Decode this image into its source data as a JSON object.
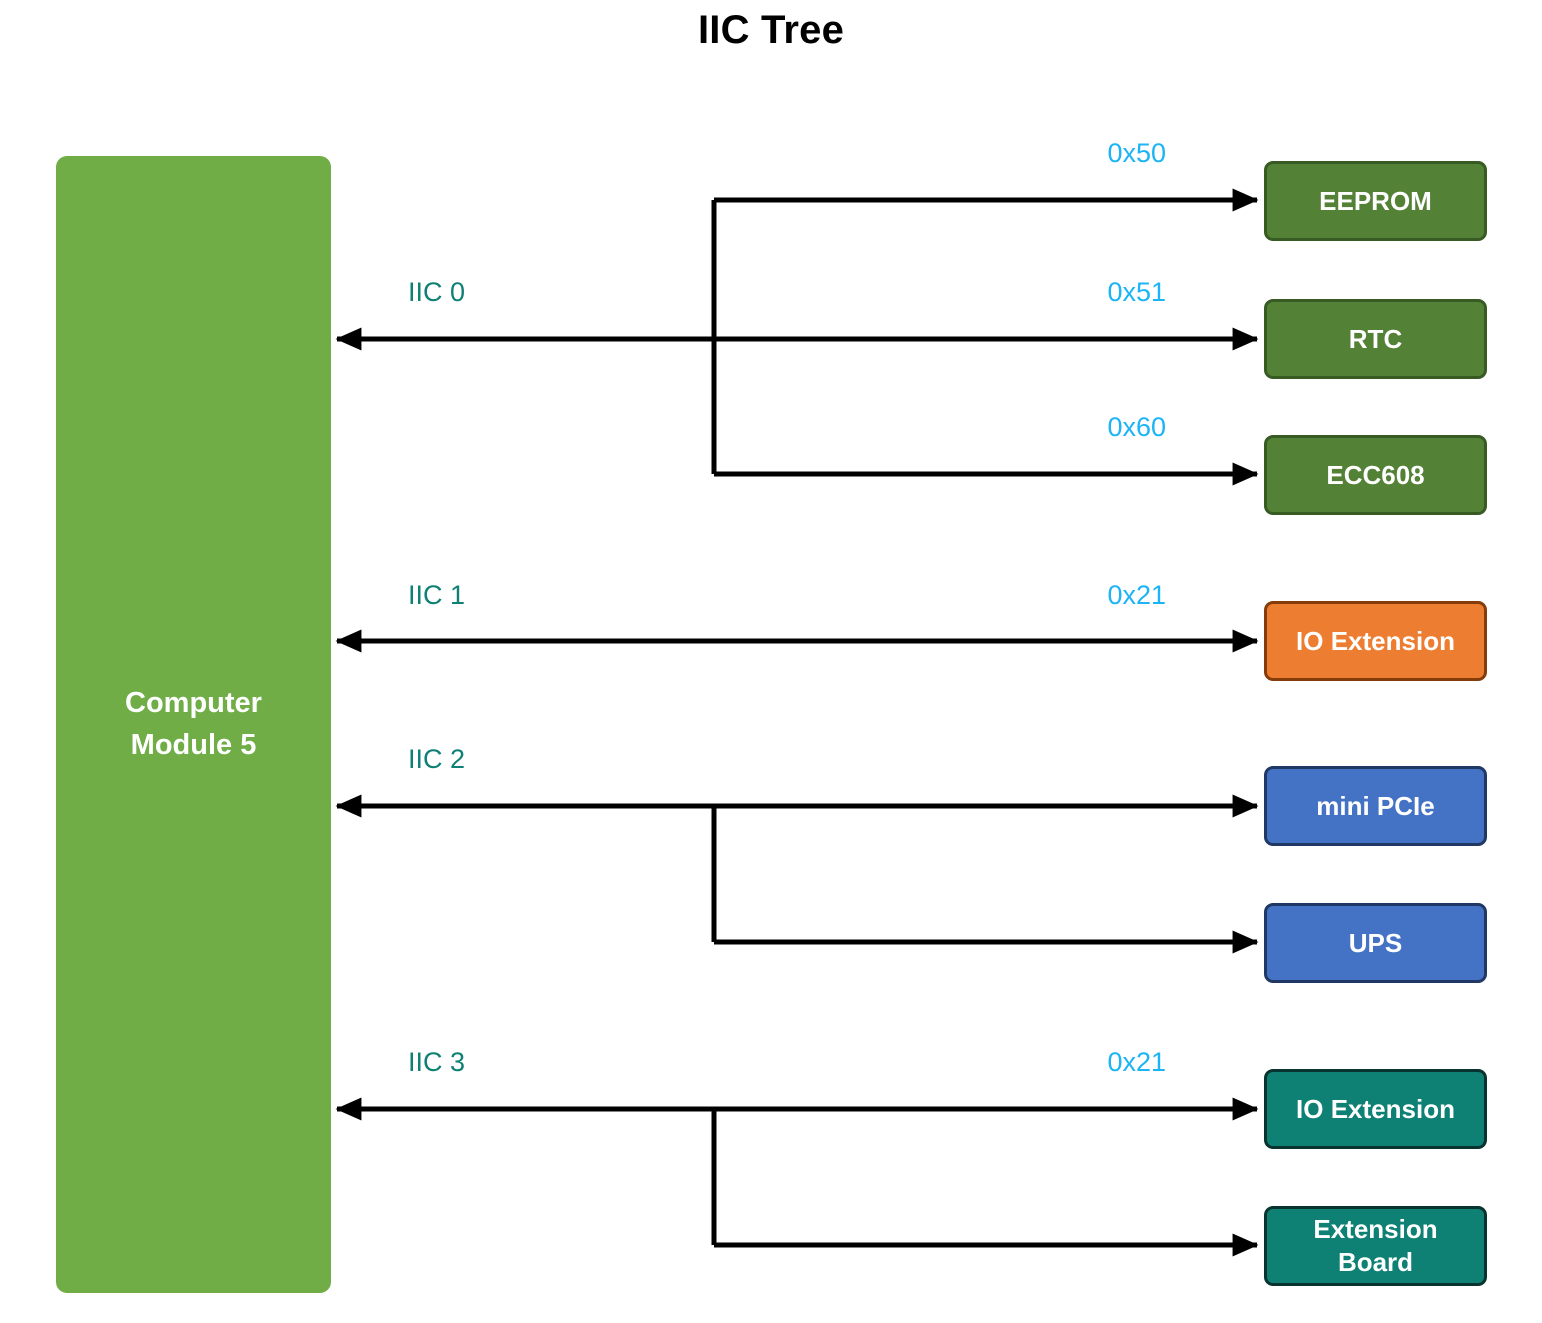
{
  "title": "IIC Tree",
  "host": {
    "name": "Computer Module 5",
    "label": "Computer\nModule 5",
    "color": "#70AD47",
    "text_color": "#ffffff"
  },
  "colors": {
    "background": "#ffffff",
    "line": "#000000",
    "bus_label": "#0E8074",
    "address_label": "#1BB4F5",
    "node_green": "#538135",
    "node_green_border": "#375B22",
    "node_orange": "#ED7D31",
    "node_orange_border": "#843C0B",
    "node_blue": "#4472C4",
    "node_blue_border": "#1F3864",
    "node_teal": "#0E8074",
    "node_teal_border": "#08332E"
  },
  "buses": [
    {
      "id": "iic0",
      "label": "IIC 0",
      "devices": [
        {
          "id": "eeprom",
          "label": "EEPROM",
          "address": "0x50",
          "color": "green"
        },
        {
          "id": "rtc",
          "label": "RTC",
          "address": "0x51",
          "color": "green"
        },
        {
          "id": "ecc608",
          "label": "ECC608",
          "address": "0x60",
          "color": "green"
        }
      ]
    },
    {
      "id": "iic1",
      "label": "IIC 1",
      "devices": [
        {
          "id": "io-extension-1",
          "label": "IO Extension",
          "address": "0x21",
          "color": "orange"
        }
      ]
    },
    {
      "id": "iic2",
      "label": "IIC 2",
      "devices": [
        {
          "id": "mini-pcie",
          "label": "mini PCIe",
          "address": "",
          "color": "blue"
        },
        {
          "id": "ups",
          "label": "UPS",
          "address": "",
          "color": "blue"
        }
      ]
    },
    {
      "id": "iic3",
      "label": "IIC 3",
      "devices": [
        {
          "id": "io-extension-2",
          "label": "IO Extension",
          "address": "0x21",
          "color": "teal"
        },
        {
          "id": "extension-board",
          "label": "Extension\nBoard",
          "address": "",
          "color": "teal"
        }
      ]
    }
  ],
  "nodes": {
    "eeprom": {
      "label": "EEPROM"
    },
    "rtc": {
      "label": "RTC"
    },
    "ecc608": {
      "label": "ECC608"
    },
    "io_extension_1": {
      "label": "IO Extension"
    },
    "mini_pcie": {
      "label": "mini PCIe"
    },
    "ups": {
      "label": "UPS"
    },
    "io_extension_2": {
      "label": "IO Extension"
    },
    "extension_board": {
      "label": "Extension\nBoard"
    }
  },
  "bus_labels": {
    "iic0": "IIC 0",
    "iic1": "IIC 1",
    "iic2": "IIC 2",
    "iic3": "IIC 3"
  },
  "address_labels": {
    "eeprom": "0x50",
    "rtc": "0x51",
    "ecc608": "0x60",
    "io_extension_1": "0x21",
    "io_extension_2": "0x21"
  }
}
